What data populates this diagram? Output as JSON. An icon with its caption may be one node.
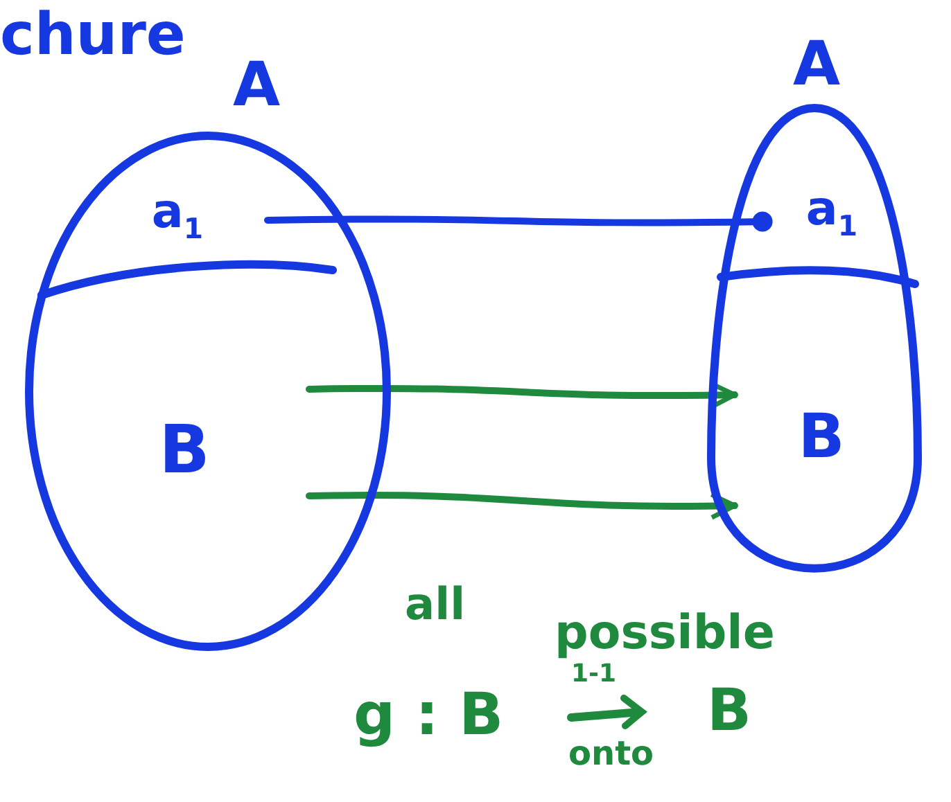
{
  "diagram": {
    "nodes": [
      {
        "text": [
          "A"
        ]
      },
      {
        "text": [
          "a$_{1}$"
        ],
        "in": 0
      },
      {
        "text": [
          "B"
        ],
        "in": 0
      },
      {
        "text": [
          "A"
        ]
      },
      {
        "text": [
          "a$_{1}$"
        ],
        "in": 3
      },
      {
        "text": [
          "B"
        ],
        "in": 3
      }
    ],
    "edges": [
      {
        "from": 1,
        "to": 4,
        "arrow": "other",
        "color": "#1638e0"
      },
      {
        "from": 2,
        "to": 5,
        "arrow": "to"
      },
      {
        "from": 2,
        "to": 5,
        "arrow": "to"
      }
    ],
    "labels": [
      "chure",
      "all",
      "possible",
      "g : B",
      "1-1",
      "onto",
      "B"
    ]
  }
}
